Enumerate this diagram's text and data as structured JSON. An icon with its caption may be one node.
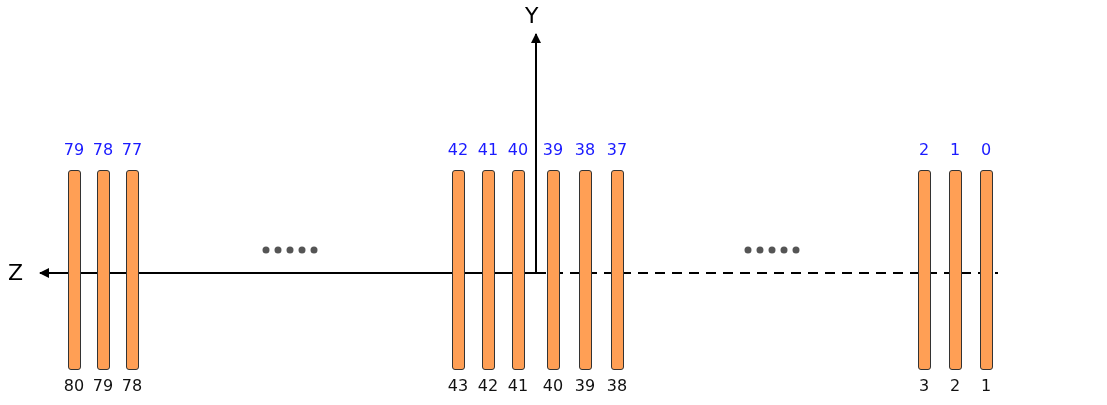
{
  "diagram": {
    "nodes": [
      {
        "text": [
          "79",
          "80"
        ]
      },
      {
        "text": [
          "78",
          "79"
        ]
      },
      {
        "text": [
          "77",
          "78"
        ]
      },
      {
        "text": [
          "42",
          "43"
        ]
      },
      {
        "text": [
          "41",
          "42"
        ]
      },
      {
        "text": [
          "40",
          "41"
        ]
      },
      {
        "text": [
          "39",
          "40"
        ]
      },
      {
        "text": [
          "38",
          "39"
        ]
      },
      {
        "text": [
          "37",
          "38"
        ]
      },
      {
        "text": [
          "2",
          "3"
        ]
      },
      {
        "text": [
          "1",
          "2"
        ]
      },
      {
        "text": [
          "0",
          "1"
        ]
      }
    ],
    "edges": [],
    "labels": [
      "Y",
      "Z"
    ]
  }
}
